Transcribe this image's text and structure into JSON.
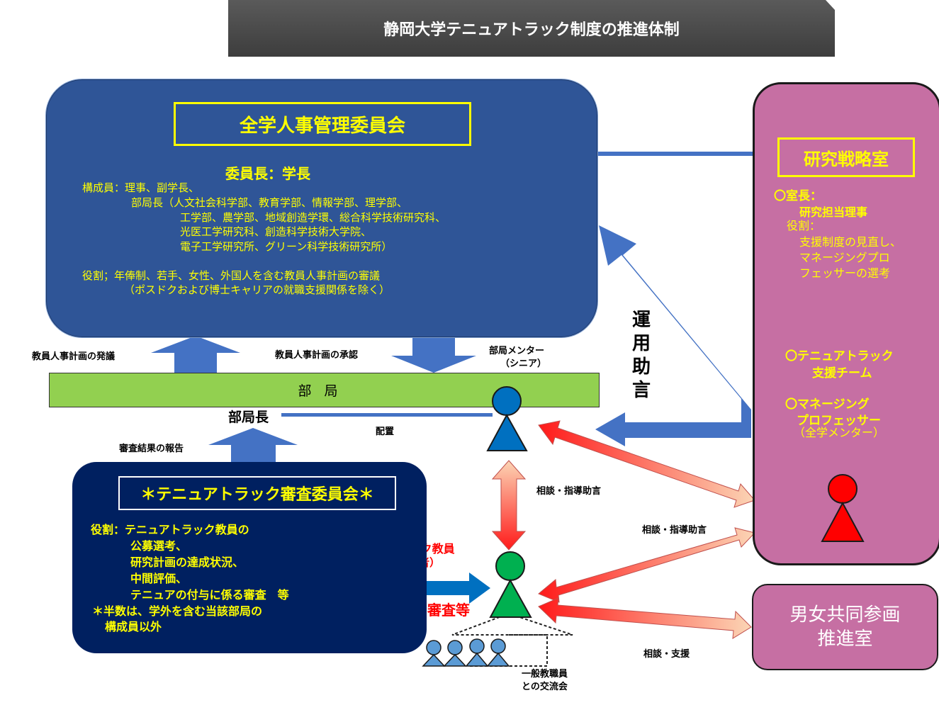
{
  "title": "静岡大学テニュアトラック制度の推進体制",
  "committee": {
    "title": "全学人事管理委員会",
    "chair": "委員長：学長",
    "members_lines": [
      "構成員：理事、副学長、",
      "部局長（人文社会科学部、教育学部、情報学部、理学部、",
      "工学部、農学部、地域創造学環、総合科学技術研究科、",
      "光医工学研究科、創造科学技術大学院、",
      "電子工学研究所、グリーン科学技術研究所）"
    ],
    "role_lines": [
      "役割；年俸制、若手、女性、外国人を含む教員人事計画の審議",
      "（ポスドクおよび博士キャリアの就職支援関係を除く）"
    ]
  },
  "strategy": {
    "title": "研究戦略室",
    "head_label": "〇室長：",
    "head_value": "研究担当理事",
    "role_label": "役割：",
    "role_lines": [
      "支援制度の見直し、",
      "マネージングプロ",
      "フェッサーの選考"
    ],
    "team_lines": [
      "〇テニュアトラック",
      "支援チーム"
    ],
    "mp_lines": [
      "〇マネージング",
      "プロフェッサー"
    ],
    "mp_note": "（全学メンター）"
  },
  "gender_office": [
    "男女共同参画",
    "推進室"
  ],
  "department": "部局",
  "dept_head": "部局長",
  "labels": {
    "plan_proposal": "教員人事計画の発議",
    "plan_approval": "教員人事計画の承認",
    "mentor_line1": "部局メンター",
    "mentor_line2": "（シニア）",
    "placement": "配置",
    "review_report": "審査結果の報告",
    "operation_advice": "運用助言",
    "consult1": "相談・指導助言",
    "consult2": "相談・指導助言",
    "consult_support": "相談・支援",
    "tt_faculty_line1": "テニュアトラック教員",
    "tt_faculty_line2": "（若手研究者）",
    "review_etc": "審査等",
    "exchange_line1": "一般教職員",
    "exchange_line2": "との交流会"
  },
  "review": {
    "title": "＊テニュアトラック審査委員会＊",
    "lines": [
      "役割：テニュアトラック教員の",
      "公募選考、",
      "研究計画の達成状況、",
      "中間評価、",
      "テニュアの付与に係る審査　等"
    ],
    "note_lines": [
      "＊半数は、学外を含む当該部局の",
      "構成員以外"
    ]
  },
  "colors": {
    "committee_blue": "#2f5597",
    "strategy_pink": "#c66fa3",
    "dept_green": "#92d050",
    "review_navy": "#002060",
    "highlight_yellow": "#ffff00",
    "mentor_blue": "#0070c0",
    "tt_green": "#00b050",
    "mp_red": "#ff0000",
    "faculty_lightblue": "#5b9bd5"
  }
}
